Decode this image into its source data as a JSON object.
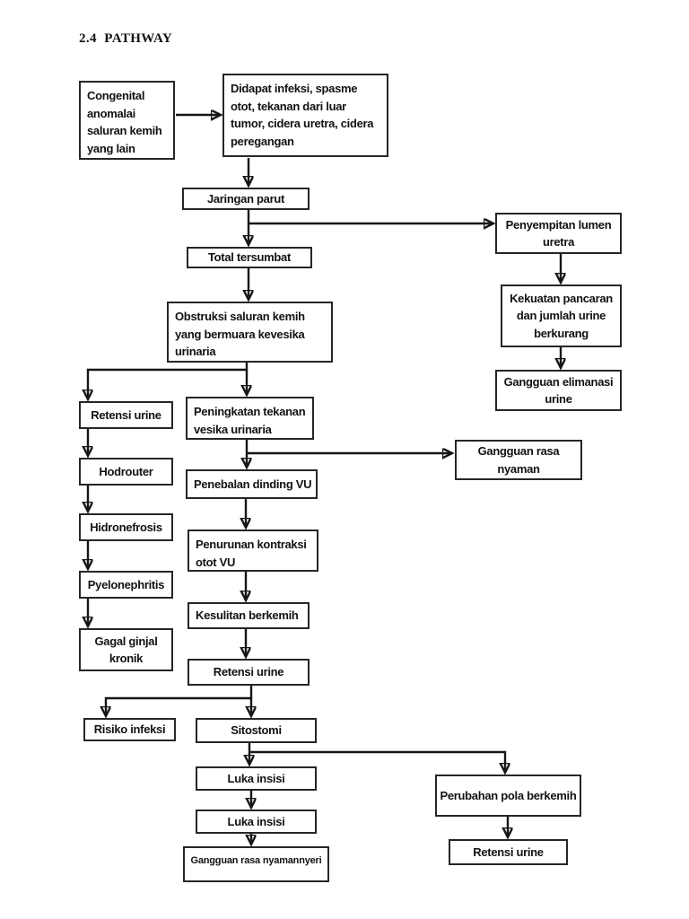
{
  "page": {
    "title": "2.4  PATHWAY"
  },
  "colors": {
    "background": "#ffffff",
    "line": "#161616",
    "box_border": "#262626",
    "text": "#121212"
  },
  "nodes": {
    "congenital": {
      "label": "Congenital anomalai saluran kemih yang lain"
    },
    "didapat": {
      "label": "Didapat infeksi, spasme otot, tekanan dari luar tumor, cidera uretra, cidera peregangan"
    },
    "jaringan_parut": {
      "label": "Jaringan parut"
    },
    "total_tersumbat": {
      "label": "Total tersumbat"
    },
    "penyempitan_lumen": {
      "label": "Penyempitan lumen uretra"
    },
    "kekuatan_pancaran": {
      "label": "Kekuatan pancaran dan jumlah urine berkurang"
    },
    "gangguan_elimanasi": {
      "label": "Gangguan elimanasi urine"
    },
    "obstruksi": {
      "label": "Obstruksi saluran kemih yang bermuara kevesika urinaria"
    },
    "retensi_urine_1": {
      "label": "Retensi urine"
    },
    "hodrouter": {
      "label": "Hodrouter"
    },
    "hidronefrosis": {
      "label": "Hidronefrosis"
    },
    "pyelonephritis": {
      "label": "Pyelonephritis"
    },
    "gagal_ginjal": {
      "label": "Gagal ginjal kronik"
    },
    "peningkatan_tekanan": {
      "label": "Peningkatan tekanan vesika urinaria"
    },
    "gangguan_rasa_nyaman": {
      "label": "Gangguan rasa nyaman"
    },
    "penebalan_dinding": {
      "label": "Penebalan dinding VU"
    },
    "penurunan_kontraksi": {
      "label": "Penurunan kontraksi otot VU"
    },
    "kesulitan_berkemih": {
      "label": "Kesulitan berkemih"
    },
    "retensi_urine_2": {
      "label": "Retensi urine"
    },
    "risiko_infeksi": {
      "label": "Risiko infeksi"
    },
    "sitostomi": {
      "label": "Sitostomi"
    },
    "luka_insisi_1": {
      "label": "Luka insisi"
    },
    "luka_insisi_2": {
      "label": "Luka insisi"
    },
    "gangguan_rasa_nyamannyeri": {
      "label": "Gangguan rasa nyamannyeri"
    },
    "perubahan_pola": {
      "label": "Perubahan pola berkemih"
    },
    "retensi_urine_3": {
      "label": "Retensi urine"
    }
  },
  "edges": [
    {
      "from": "congenital",
      "to": "didapat"
    },
    {
      "from": "didapat",
      "to": "jaringan_parut"
    },
    {
      "from": "jaringan_parut",
      "to": "total_tersumbat"
    },
    {
      "from": "jaringan_parut",
      "to": "penyempitan_lumen"
    },
    {
      "from": "penyempitan_lumen",
      "to": "kekuatan_pancaran"
    },
    {
      "from": "kekuatan_pancaran",
      "to": "gangguan_elimanasi"
    },
    {
      "from": "total_tersumbat",
      "to": "obstruksi"
    },
    {
      "from": "obstruksi",
      "to": "retensi_urine_1"
    },
    {
      "from": "obstruksi",
      "to": "peningkatan_tekanan"
    },
    {
      "from": "retensi_urine_1",
      "to": "hodrouter"
    },
    {
      "from": "hodrouter",
      "to": "hidronefrosis"
    },
    {
      "from": "hidronefrosis",
      "to": "pyelonephritis"
    },
    {
      "from": "pyelonephritis",
      "to": "gagal_ginjal"
    },
    {
      "from": "peningkatan_tekanan",
      "to": "gangguan_rasa_nyaman"
    },
    {
      "from": "peningkatan_tekanan",
      "to": "penebalan_dinding"
    },
    {
      "from": "penebalan_dinding",
      "to": "penurunan_kontraksi"
    },
    {
      "from": "penurunan_kontraksi",
      "to": "kesulitan_berkemih"
    },
    {
      "from": "kesulitan_berkemih",
      "to": "retensi_urine_2"
    },
    {
      "from": "retensi_urine_2",
      "to": "risiko_infeksi"
    },
    {
      "from": "retensi_urine_2",
      "to": "sitostomi"
    },
    {
      "from": "sitostomi",
      "to": "luka_insisi_1"
    },
    {
      "from": "sitostomi",
      "to": "perubahan_pola"
    },
    {
      "from": "luka_insisi_1",
      "to": "luka_insisi_2"
    },
    {
      "from": "luka_insisi_2",
      "to": "gangguan_rasa_nyamannyeri"
    },
    {
      "from": "perubahan_pola",
      "to": "retensi_urine_3"
    }
  ]
}
